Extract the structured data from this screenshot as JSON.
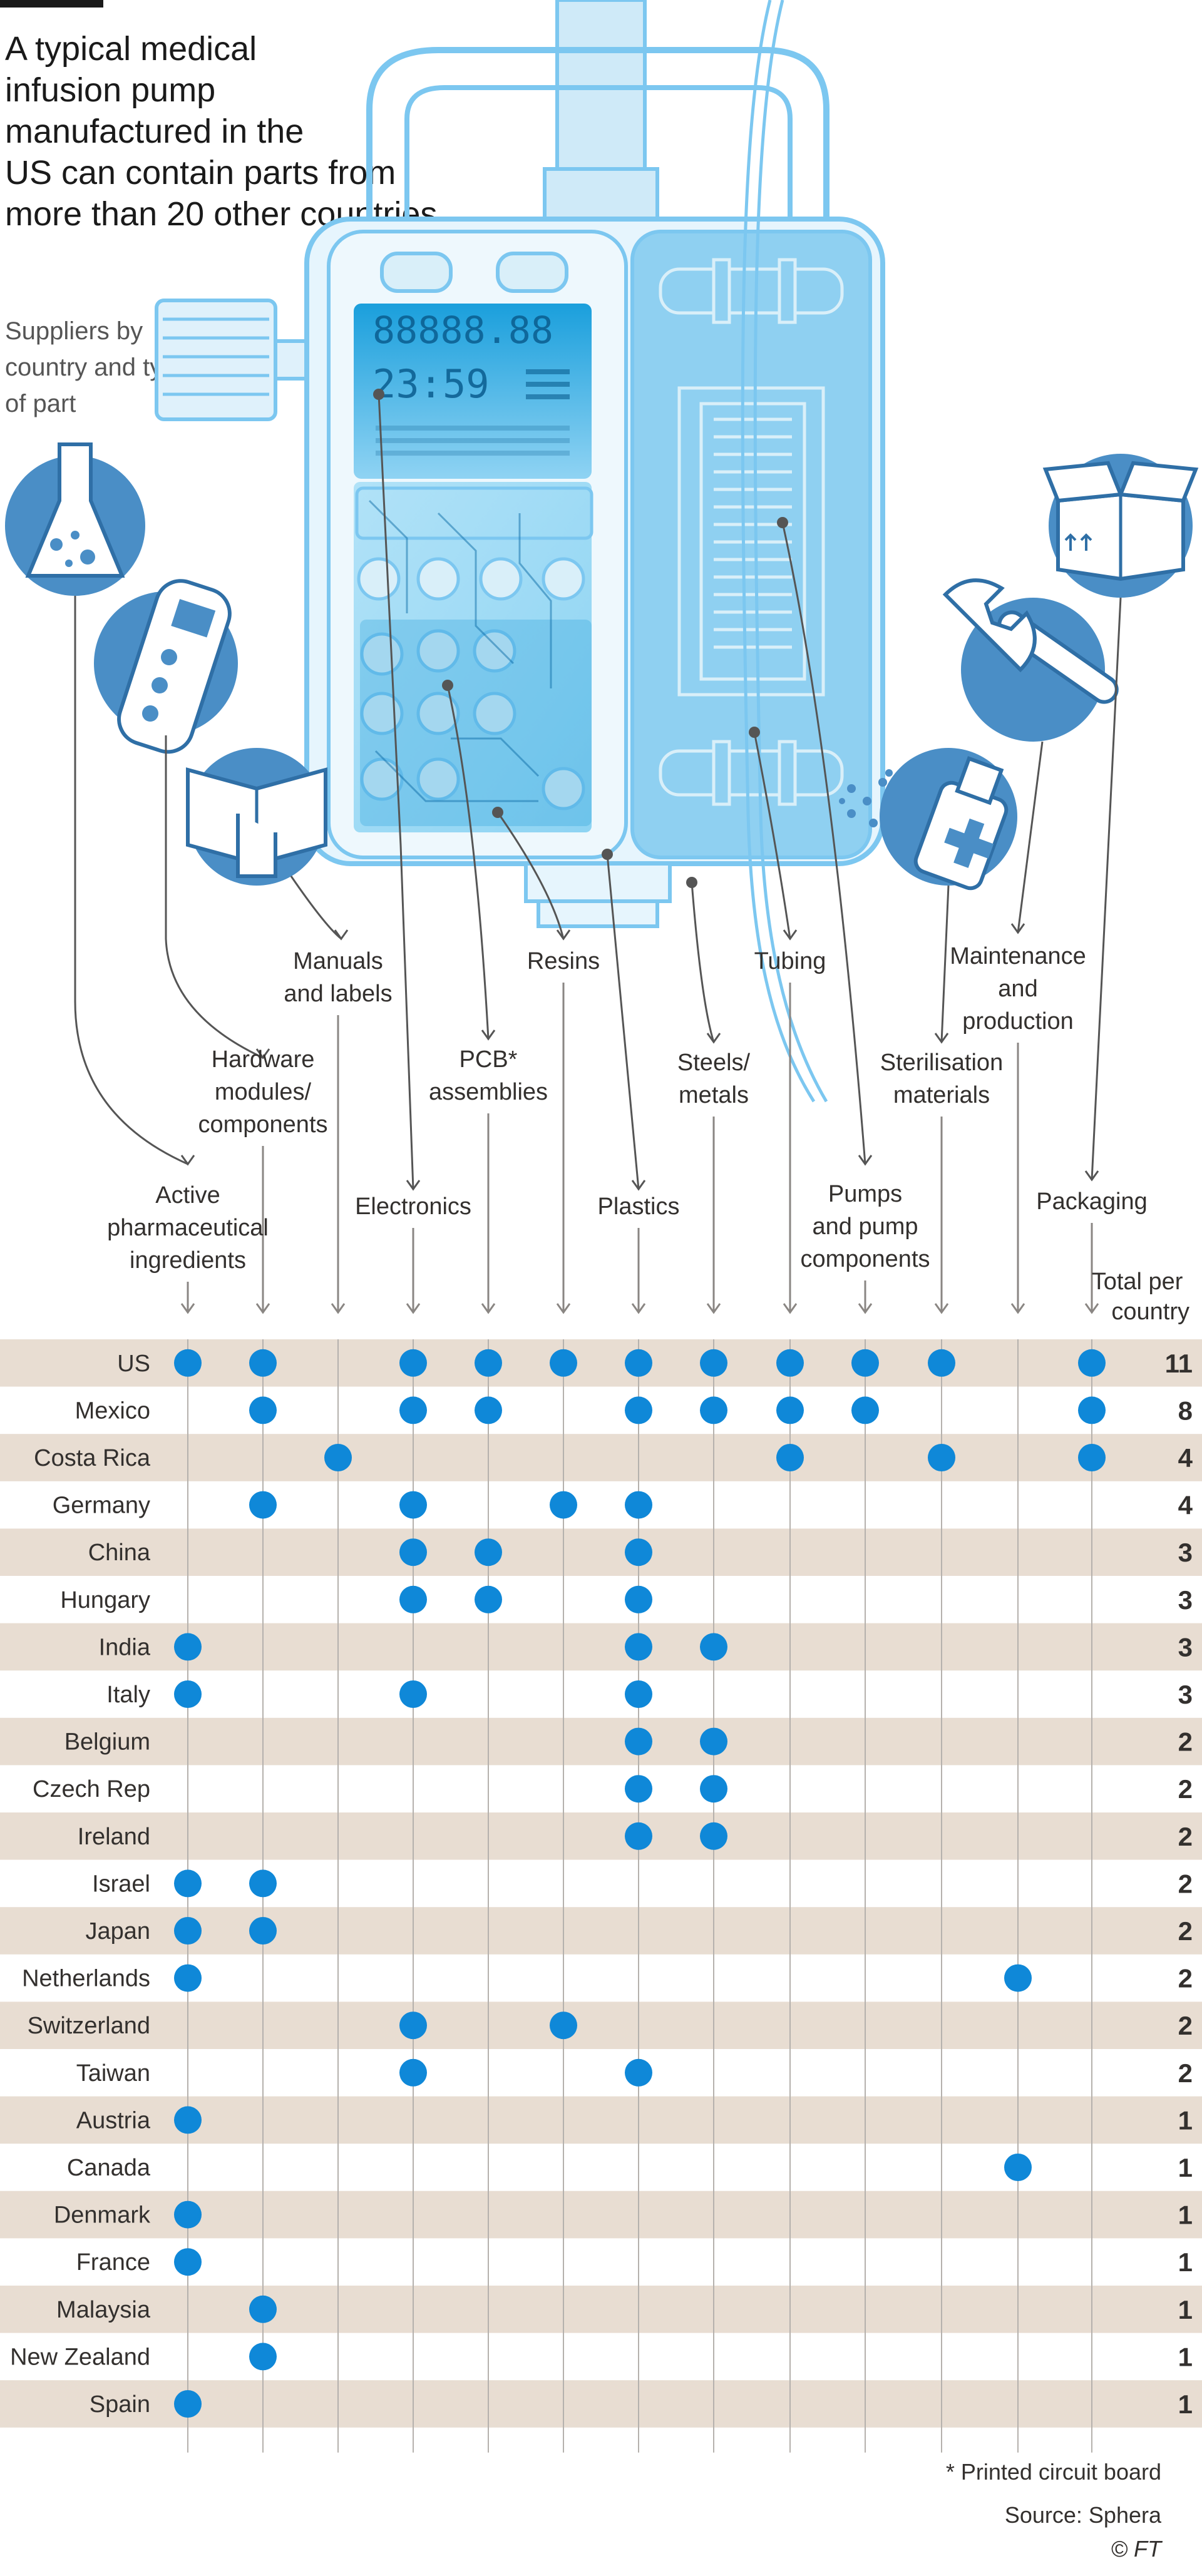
{
  "headline": "A typical medical infusion pump manufactured in the US can contain parts from more than 20 other countries",
  "subhead": "Suppliers by country and type of part",
  "display": {
    "top": "88888.88",
    "time": "23:59"
  },
  "footnote": "* Printed circuit board",
  "source": "Source: Sphera",
  "credit": "© FT",
  "total_header": "Total per country",
  "colors": {
    "dot": "#0f88d8",
    "band": "#e8ddd2",
    "pump_outline": "#7cc7f0",
    "pump_fill": "#dff1fb",
    "icon_circle": "#4a8ec6",
    "screen": "#28a8e0",
    "line": "#8a8683",
    "connector": "#555555"
  },
  "chart_data": {
    "type": "table",
    "title": "A typical medical infusion pump manufactured in the US can contain parts from more than 20 other countries",
    "subtitle": "Suppliers by country and type of part",
    "categories": [
      "Active pharmaceutical ingredients",
      "Hardware modules/ components",
      "Manuals and labels",
      "Electronics",
      "PCB* assemblies",
      "Resins",
      "Plastics",
      "Steels/ metals",
      "Tubing",
      "Pumps and pump components",
      "Sterilisation materials",
      "Maintenance and production",
      "Packaging"
    ],
    "countries": [
      "US",
      "Mexico",
      "Costa Rica",
      "Germany",
      "China",
      "Hungary",
      "India",
      "Italy",
      "Belgium",
      "Czech Rep",
      "Ireland",
      "Israel",
      "Japan",
      "Netherlands",
      "Switzerland",
      "Taiwan",
      "Austria",
      "Canada",
      "Denmark",
      "France",
      "Malaysia",
      "New Zealand",
      "Spain"
    ],
    "matrix": [
      [
        1,
        1,
        0,
        1,
        1,
        1,
        1,
        1,
        1,
        1,
        1,
        0,
        1
      ],
      [
        0,
        1,
        0,
        1,
        1,
        0,
        1,
        1,
        1,
        1,
        0,
        0,
        1
      ],
      [
        0,
        0,
        1,
        0,
        0,
        0,
        0,
        0,
        1,
        0,
        1,
        0,
        1
      ],
      [
        0,
        1,
        0,
        1,
        0,
        1,
        1,
        0,
        0,
        0,
        0,
        0,
        0
      ],
      [
        0,
        0,
        0,
        1,
        1,
        0,
        1,
        0,
        0,
        0,
        0,
        0,
        0
      ],
      [
        0,
        0,
        0,
        1,
        1,
        0,
        1,
        0,
        0,
        0,
        0,
        0,
        0
      ],
      [
        1,
        0,
        0,
        0,
        0,
        0,
        1,
        1,
        0,
        0,
        0,
        0,
        0
      ],
      [
        1,
        0,
        0,
        1,
        0,
        0,
        1,
        0,
        0,
        0,
        0,
        0,
        0
      ],
      [
        0,
        0,
        0,
        0,
        0,
        0,
        1,
        1,
        0,
        0,
        0,
        0,
        0
      ],
      [
        0,
        0,
        0,
        0,
        0,
        0,
        1,
        1,
        0,
        0,
        0,
        0,
        0
      ],
      [
        0,
        0,
        0,
        0,
        0,
        0,
        1,
        1,
        0,
        0,
        0,
        0,
        0
      ],
      [
        1,
        1,
        0,
        0,
        0,
        0,
        0,
        0,
        0,
        0,
        0,
        0,
        0
      ],
      [
        1,
        1,
        0,
        0,
        0,
        0,
        0,
        0,
        0,
        0,
        0,
        0,
        0
      ],
      [
        1,
        0,
        0,
        0,
        0,
        0,
        0,
        0,
        0,
        0,
        0,
        1,
        0
      ],
      [
        0,
        0,
        0,
        1,
        0,
        1,
        0,
        0,
        0,
        0,
        0,
        0,
        0
      ],
      [
        0,
        0,
        0,
        1,
        0,
        0,
        1,
        0,
        0,
        0,
        0,
        0,
        0
      ],
      [
        1,
        0,
        0,
        0,
        0,
        0,
        0,
        0,
        0,
        0,
        0,
        0,
        0
      ],
      [
        0,
        0,
        0,
        0,
        0,
        0,
        0,
        0,
        0,
        0,
        0,
        1,
        0
      ],
      [
        1,
        0,
        0,
        0,
        0,
        0,
        0,
        0,
        0,
        0,
        0,
        0,
        0
      ],
      [
        1,
        0,
        0,
        0,
        0,
        0,
        0,
        0,
        0,
        0,
        0,
        0,
        0
      ],
      [
        0,
        1,
        0,
        0,
        0,
        0,
        0,
        0,
        0,
        0,
        0,
        0,
        0
      ],
      [
        0,
        1,
        0,
        0,
        0,
        0,
        0,
        0,
        0,
        0,
        0,
        0,
        0
      ],
      [
        1,
        0,
        0,
        0,
        0,
        0,
        0,
        0,
        0,
        0,
        0,
        0,
        0
      ]
    ],
    "totals": [
      11,
      8,
      4,
      4,
      3,
      3,
      3,
      3,
      2,
      2,
      2,
      2,
      2,
      2,
      2,
      2,
      1,
      1,
      1,
      1,
      1,
      1,
      1
    ],
    "grid": false,
    "legend": "none"
  }
}
